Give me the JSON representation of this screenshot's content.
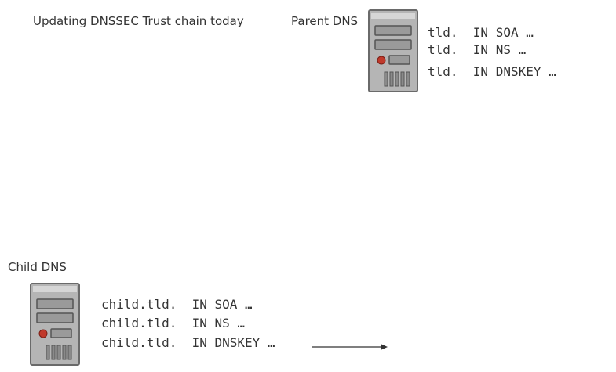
{
  "title": "Updating DNSSEC Trust chain today",
  "parent": {
    "label": "Parent DNS",
    "icon": "server-icon",
    "records": [
      "tld.  IN SOA …",
      "tld.  IN NS …",
      "tld.  IN DNSKEY …"
    ]
  },
  "child": {
    "label": "Child DNS",
    "icon": "server-icon",
    "records": [
      "child.tld.  IN SOA …",
      "child.tld.  IN NS …",
      "child.tld.  IN DNSKEY …"
    ]
  },
  "colors": {
    "server_body": "#b8b8b8",
    "server_border": "#666666",
    "server_led": "#c0392b",
    "text": "#333333"
  }
}
